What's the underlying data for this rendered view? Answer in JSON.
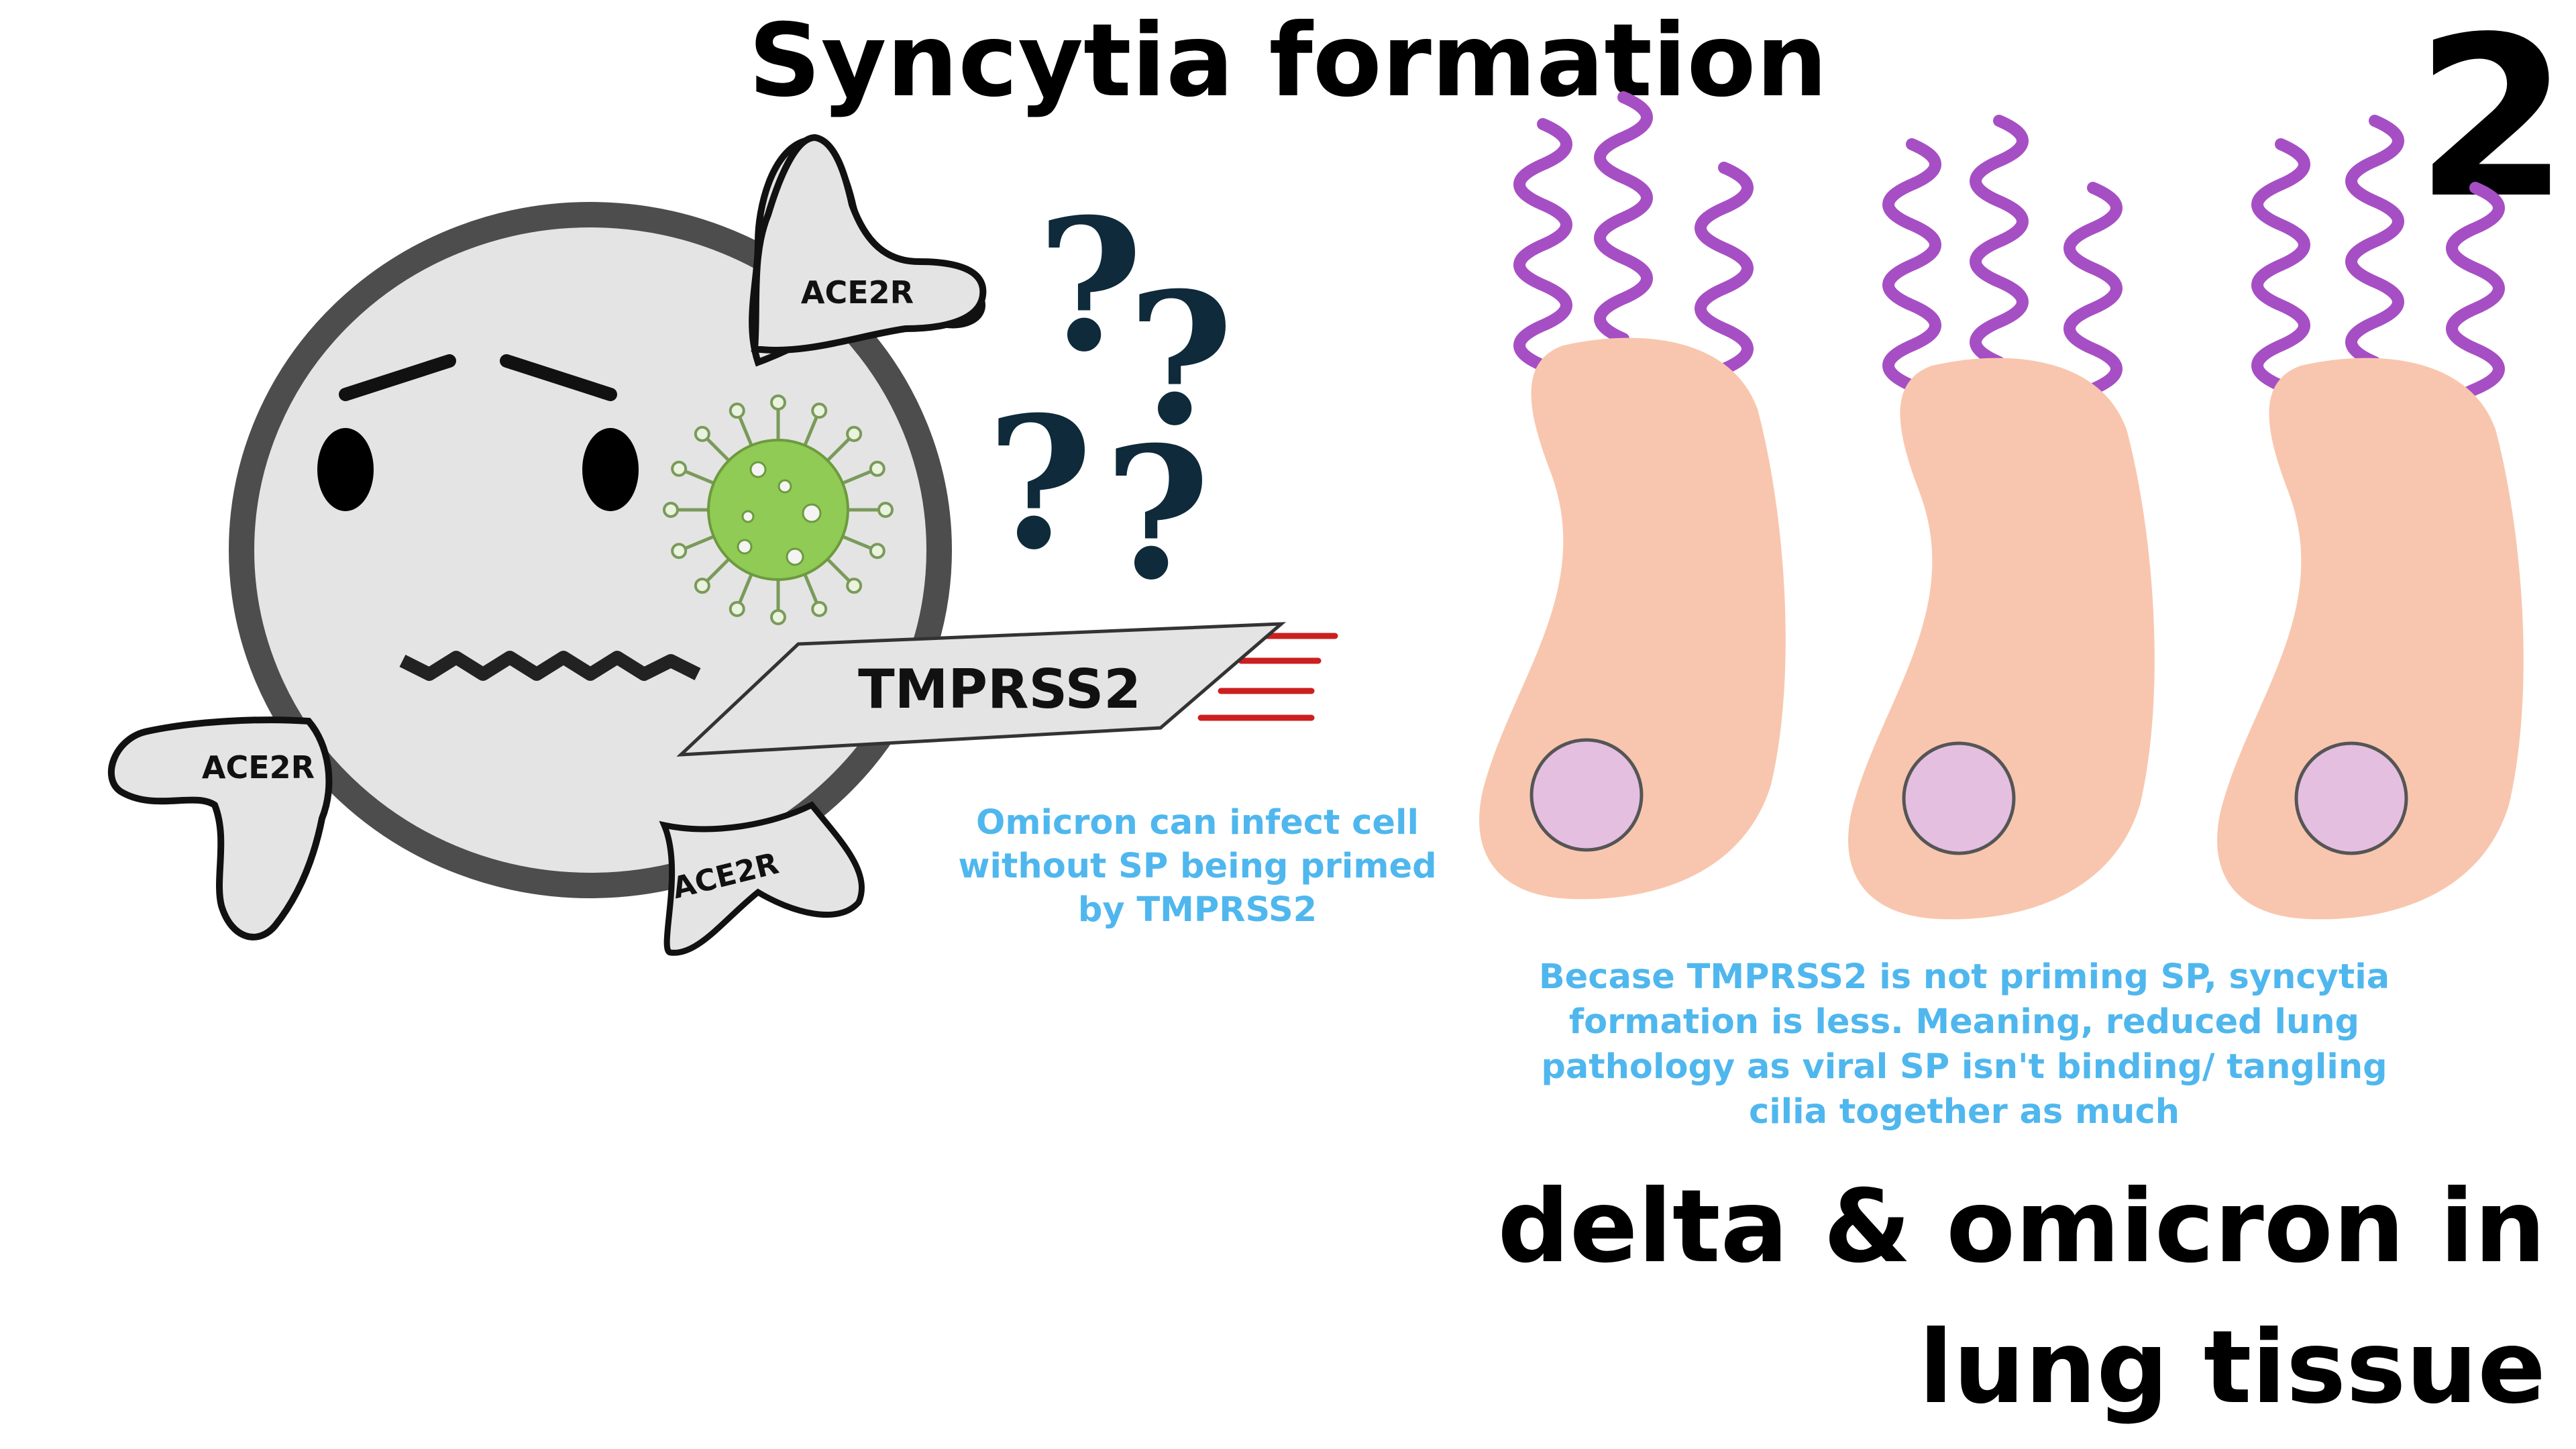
{
  "title": "Syncytia formation",
  "panel_number": "2",
  "labels": {
    "receptor_top": "ACE2R",
    "receptor_left": "ACE2R",
    "receptor_bottom": "ACE2R",
    "protease": "TMPRSS2"
  },
  "notes": {
    "infect_line1": "Omicron can infect cell",
    "infect_line2": "without SP being primed",
    "infect_line3": "by TMPRSS2",
    "syncytia_line1": "Becase TMPRSS2 is not priming SP, syncytia",
    "syncytia_line2": "formation is less. Meaning, reduced lung",
    "syncytia_line3": "pathology as viral SP isn't binding/ tangling",
    "syncytia_line4": "cilia together as much"
  },
  "heading": {
    "line1": "delta & omicron in",
    "line2": "lung tissue"
  },
  "question_mark": "?",
  "colors": {
    "note_text": "#4fb7ee",
    "cell_fill": "#e4e4e4",
    "cell_outline": "#4d4d4d",
    "virus_fill": "#8fcb55",
    "virus_spikes": "#7a9a5a",
    "tissue_cell": "#f8c6ae",
    "nucleus": "#e4bfe0",
    "cilia": "#a64fc4",
    "question": "#0f2a3a",
    "protease_lines": "#cc1f1f"
  }
}
